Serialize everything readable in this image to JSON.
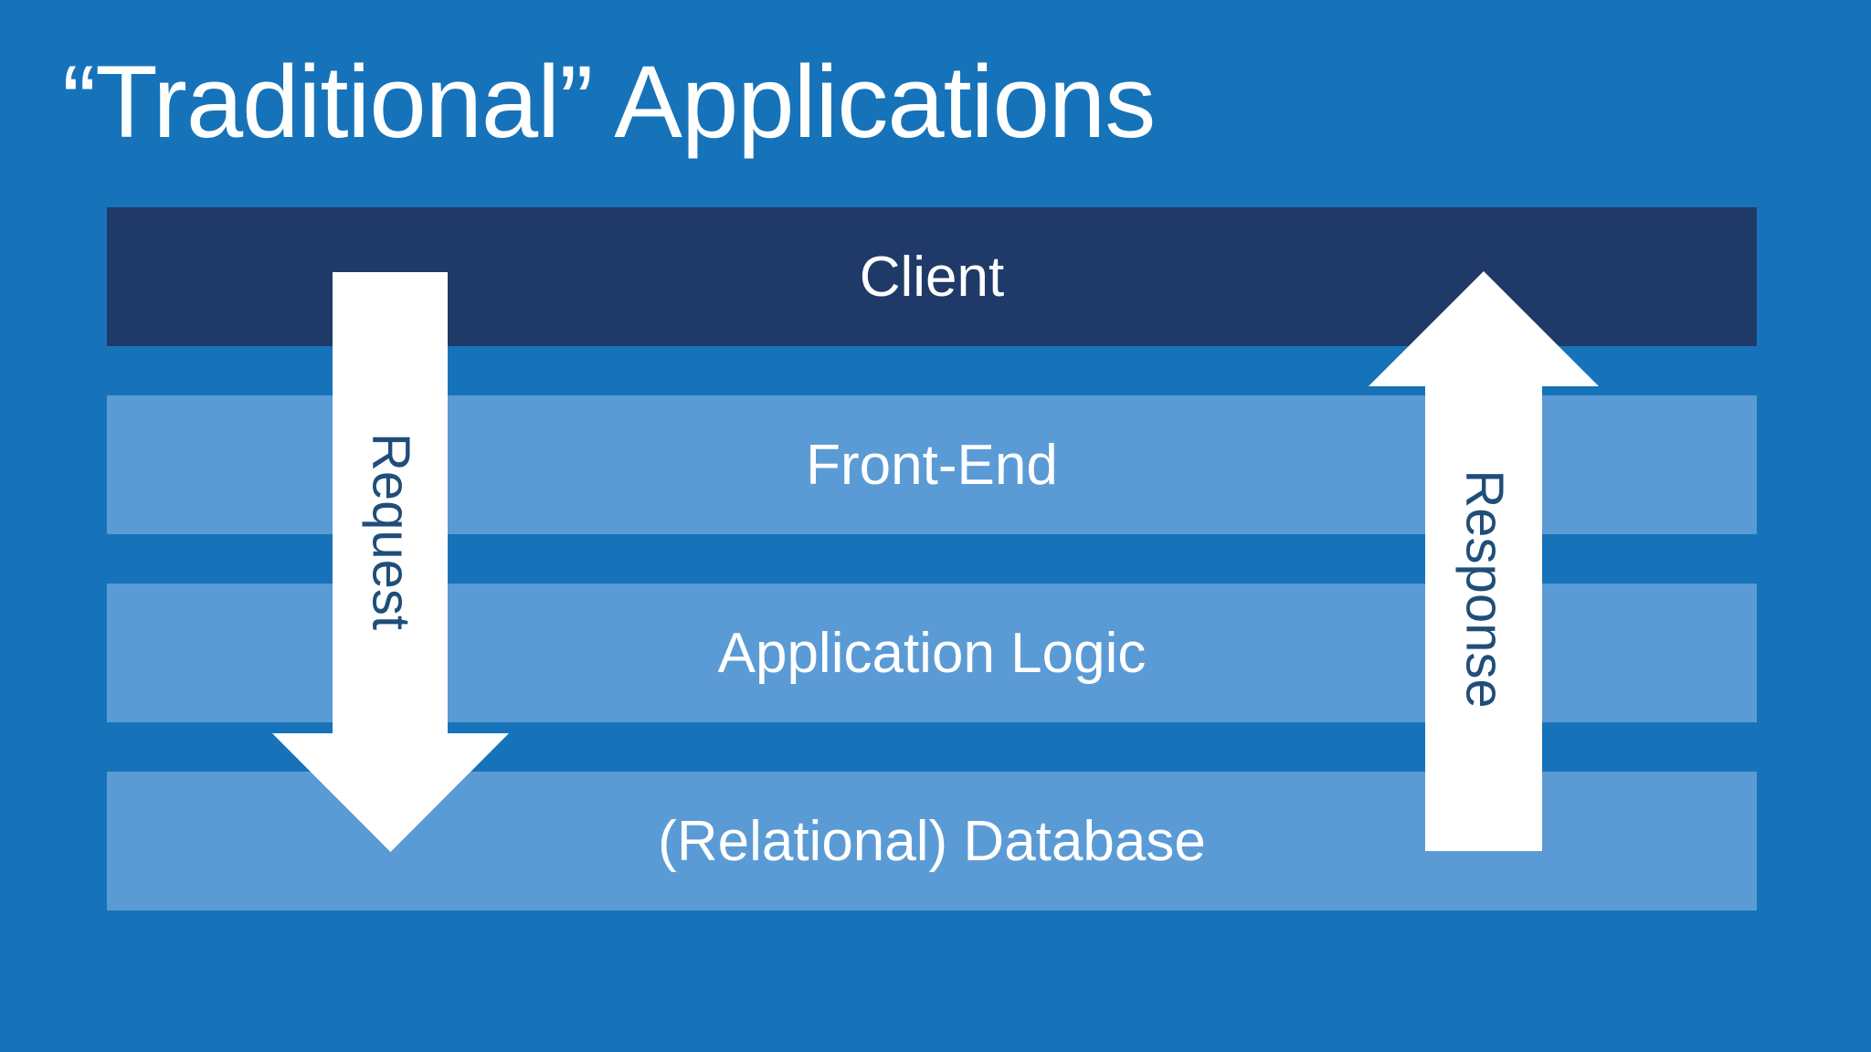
{
  "slide": {
    "title": "“Traditional” Applications"
  },
  "diagram": {
    "layers": [
      {
        "label": "Client",
        "emphasis": "dark"
      },
      {
        "label": "Front-End",
        "emphasis": "light"
      },
      {
        "label": "Application Logic",
        "emphasis": "light"
      },
      {
        "label": "(Relational) Database",
        "emphasis": "light"
      }
    ],
    "arrows": {
      "request": {
        "label": "Request",
        "direction": "down"
      },
      "response": {
        "label": "Response",
        "direction": "up"
      }
    }
  },
  "colors": {
    "background": "#1773B9",
    "layer_dark": "#1F3A68",
    "layer_light": "#5B9BD5",
    "arrow_fill": "#FFFFFF",
    "arrow_label": "#1F4E79",
    "text_light": "#FFFFFF"
  }
}
